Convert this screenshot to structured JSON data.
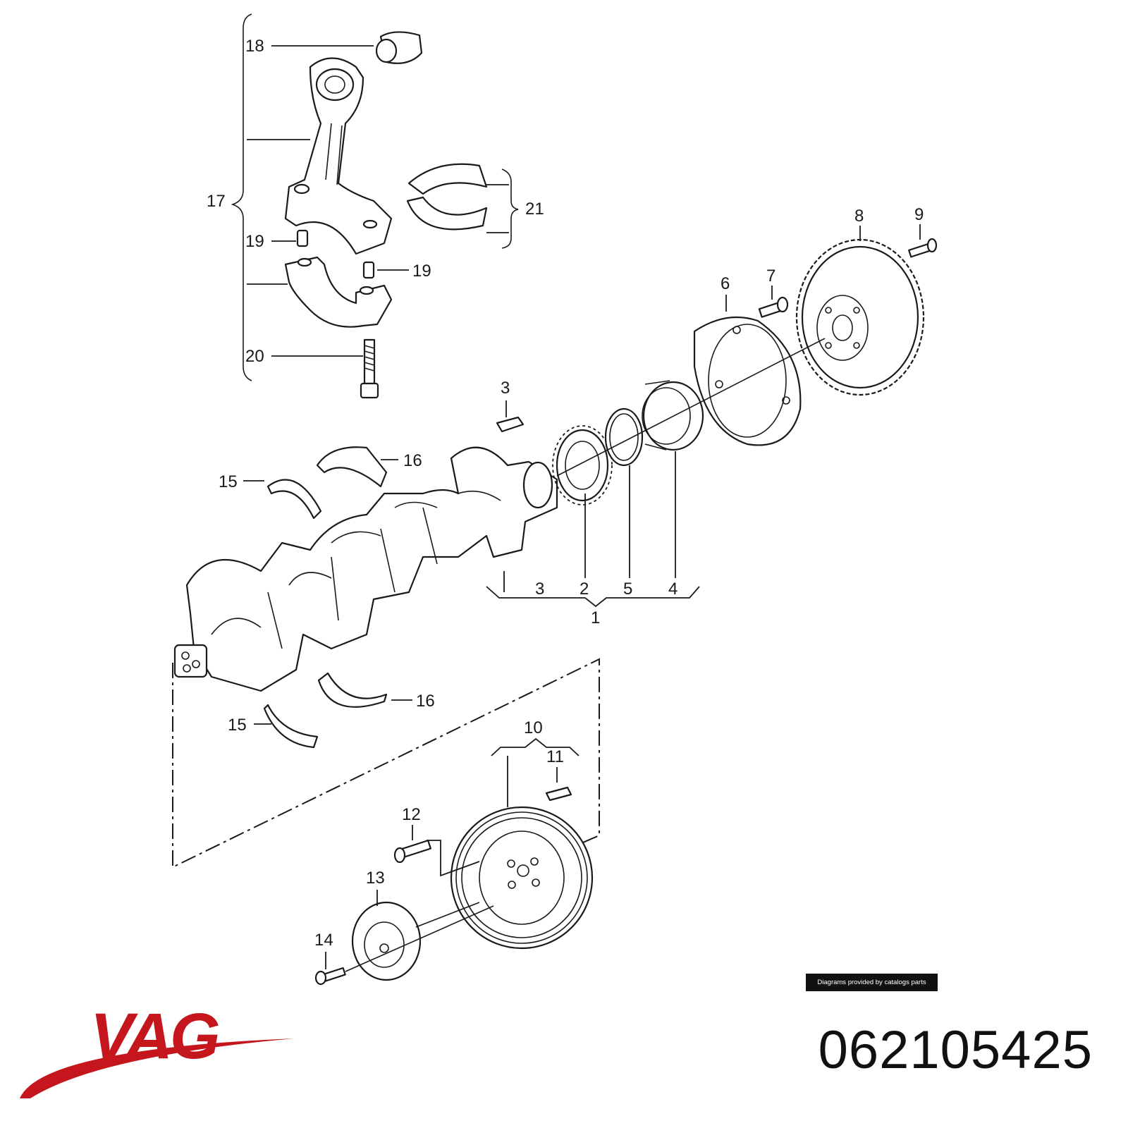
{
  "diagram": {
    "callouts": [
      "1",
      "2",
      "3",
      "4",
      "5",
      "6",
      "7",
      "8",
      "9",
      "10",
      "11",
      "12",
      "13",
      "14",
      "15",
      "16",
      "17",
      "18",
      "19",
      "20",
      "21"
    ]
  },
  "credit": "Diagrams provided by catalogs parts",
  "brand": {
    "name": "VAG",
    "color": "#c4161c"
  },
  "part_number": "062105425"
}
